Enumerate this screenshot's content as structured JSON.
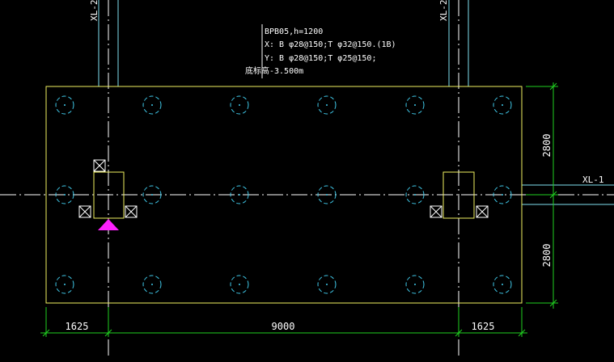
{
  "annotation": {
    "line1": "BPB05,h=1200",
    "line2": "X: B  φ28@150;T  φ32@150.(1B)",
    "line3": "Y: B  φ28@150;T  φ25@150;",
    "line4": "底标高-3.500m"
  },
  "beams": {
    "top_left": "XL-2",
    "top_right": "XL-2",
    "right": "XL-1"
  },
  "dimensions": {
    "bottom": [
      "1625",
      "9000",
      "1625"
    ],
    "right": [
      "2800",
      "2800"
    ]
  },
  "pile_grid": {
    "rows": 3,
    "cols": 6
  },
  "colors": {
    "background": "#000000",
    "slab_outline": "#f0f060",
    "piles": "#40c8e8",
    "axis_lines": "#ffffff",
    "beam_lines": "#7fe0f0",
    "dimension_lines": "#20d020",
    "annotation_text": "#ffffff",
    "marker": "#ff20ff"
  },
  "icons": {
    "support_marker": "magenta-triangle-icon",
    "hatch_box": "crossed-box-icon"
  }
}
